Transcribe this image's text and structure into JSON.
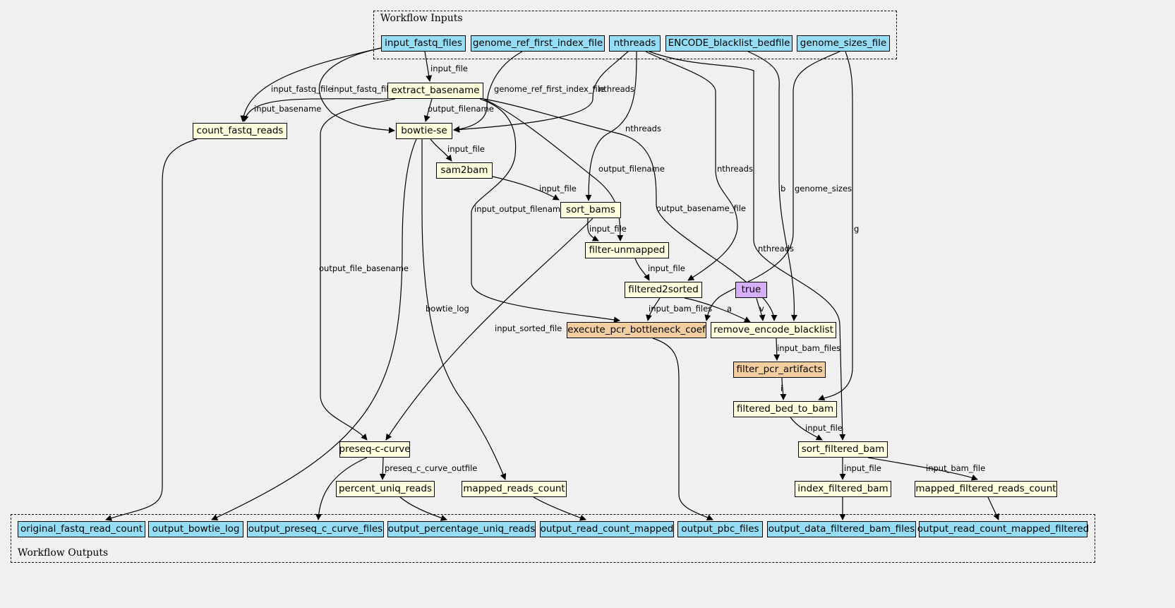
{
  "colors": {
    "background": "#f0f0f0",
    "io": "#94ddf4",
    "step": "#ffffdd",
    "subworkflow": "#f3cea1",
    "constant": "#d5aefc"
  },
  "clusters": {
    "inputs": {
      "label": "Workflow Inputs"
    },
    "outputs": {
      "label": "Workflow Outputs"
    }
  },
  "nodes": [
    {
      "id": "input_fastq_files",
      "label": "input_fastq_files",
      "kind": "io"
    },
    {
      "id": "genome_ref_first_index_file",
      "label": "genome_ref_first_index_file",
      "kind": "io"
    },
    {
      "id": "nthreads",
      "label": "nthreads",
      "kind": "io"
    },
    {
      "id": "ENCODE_blacklist_bedfile",
      "label": "ENCODE_blacklist_bedfile",
      "kind": "io"
    },
    {
      "id": "genome_sizes_file",
      "label": "genome_sizes_file",
      "kind": "io"
    },
    {
      "id": "extract_basename",
      "label": "extract_basename",
      "kind": "step"
    },
    {
      "id": "count_fastq_reads",
      "label": "count_fastq_reads",
      "kind": "step"
    },
    {
      "id": "bowtie_se",
      "label": "bowtie-se",
      "kind": "step"
    },
    {
      "id": "sam2bam",
      "label": "sam2bam",
      "kind": "step"
    },
    {
      "id": "sort_bams",
      "label": "sort_bams",
      "kind": "step"
    },
    {
      "id": "filter_unmapped",
      "label": "filter-unmapped",
      "kind": "step"
    },
    {
      "id": "filtered2sorted",
      "label": "filtered2sorted",
      "kind": "step"
    },
    {
      "id": "true",
      "label": "true",
      "kind": "constant"
    },
    {
      "id": "execute_pcr_bottleneck_coef",
      "label": "execute_pcr_bottleneck_coef",
      "kind": "subworkflow"
    },
    {
      "id": "remove_encode_blacklist",
      "label": "remove_encode_blacklist",
      "kind": "step"
    },
    {
      "id": "filter_pcr_artifacts",
      "label": "filter_pcr_artifacts",
      "kind": "subworkflow"
    },
    {
      "id": "filtered_bed_to_bam",
      "label": "filtered_bed_to_bam",
      "kind": "step"
    },
    {
      "id": "sort_filtered_bam",
      "label": "sort_filtered_bam",
      "kind": "step"
    },
    {
      "id": "preseq_c_curve",
      "label": "preseq-c-curve",
      "kind": "step"
    },
    {
      "id": "percent_uniq_reads",
      "label": "percent_uniq_reads",
      "kind": "step"
    },
    {
      "id": "mapped_reads_count",
      "label": "mapped_reads_count",
      "kind": "step"
    },
    {
      "id": "index_filtered_bam",
      "label": "index_filtered_bam",
      "kind": "step"
    },
    {
      "id": "mapped_filtered_reads_count",
      "label": "mapped_filtered_reads_count",
      "kind": "step"
    },
    {
      "id": "original_fastq_read_count",
      "label": "original_fastq_read_count",
      "kind": "io"
    },
    {
      "id": "output_bowtie_log",
      "label": "output_bowtie_log",
      "kind": "io"
    },
    {
      "id": "output_preseq_c_curve_files",
      "label": "output_preseq_c_curve_files",
      "kind": "io"
    },
    {
      "id": "output_percentage_uniq_reads",
      "label": "output_percentage_uniq_reads",
      "kind": "io"
    },
    {
      "id": "output_read_count_mapped",
      "label": "output_read_count_mapped",
      "kind": "io"
    },
    {
      "id": "output_pbc_files",
      "label": "output_pbc_files",
      "kind": "io"
    },
    {
      "id": "output_data_filtered_bam_files",
      "label": "output_data_filtered_bam_files",
      "kind": "io"
    },
    {
      "id": "output_read_count_mapped_filtered",
      "label": "output_read_count_mapped_filtered",
      "kind": "io"
    }
  ],
  "edges": [
    {
      "from": "input_fastq_files",
      "to": "extract_basename",
      "label": "input_file"
    },
    {
      "from": "input_fastq_files",
      "to": "count_fastq_reads",
      "label": "input_fastq_file"
    },
    {
      "from": "input_fastq_files",
      "to": "bowtie_se",
      "label": "input_fastq_file"
    },
    {
      "from": "genome_ref_first_index_file",
      "to": "bowtie_se",
      "label": "genome_ref_first_index_file"
    },
    {
      "from": "nthreads",
      "to": "bowtie_se",
      "label": "nthreads"
    },
    {
      "from": "nthreads",
      "to": "sort_bams",
      "label": "nthreads"
    },
    {
      "from": "nthreads",
      "to": "filtered2sorted",
      "label": "nthreads"
    },
    {
      "from": "nthreads",
      "to": "sort_filtered_bam",
      "label": "nthreads"
    },
    {
      "from": "ENCODE_blacklist_bedfile",
      "to": "remove_encode_blacklist",
      "label": "b"
    },
    {
      "from": "genome_sizes_file",
      "to": "remove_encode_blacklist",
      "label": "genome_sizes"
    },
    {
      "from": "genome_sizes_file",
      "to": "filtered_bed_to_bam",
      "label": "g"
    },
    {
      "from": "extract_basename",
      "to": "count_fastq_reads",
      "label": "input_basename"
    },
    {
      "from": "extract_basename",
      "to": "bowtie_se",
      "label": "output_filename"
    },
    {
      "from": "extract_basename",
      "to": "preseq_c_curve",
      "label": "output_file_basename"
    },
    {
      "from": "extract_basename",
      "to": "execute_pcr_bottleneck_coef",
      "label": "input_output_filenames"
    },
    {
      "from": "extract_basename",
      "to": "filter_unmapped",
      "label": "output_filename"
    },
    {
      "from": "extract_basename",
      "to": "remove_encode_blacklist",
      "label": "output_basename_file"
    },
    {
      "from": "bowtie_se",
      "to": "sam2bam",
      "label": "input_file"
    },
    {
      "from": "bowtie_se",
      "to": "mapped_reads_count",
      "label": "bowtie_log"
    },
    {
      "from": "bowtie_se",
      "to": "output_bowtie_log",
      "label": ""
    },
    {
      "from": "sam2bam",
      "to": "sort_bams",
      "label": "input_file"
    },
    {
      "from": "sort_bams",
      "to": "filter_unmapped",
      "label": "input_file"
    },
    {
      "from": "sort_bams",
      "to": "preseq_c_curve",
      "label": "input_sorted_file"
    },
    {
      "from": "filter_unmapped",
      "to": "filtered2sorted",
      "label": "input_file"
    },
    {
      "from": "filtered2sorted",
      "to": "execute_pcr_bottleneck_coef",
      "label": "input_bam_files"
    },
    {
      "from": "filtered2sorted",
      "to": "remove_encode_blacklist",
      "label": "a"
    },
    {
      "from": "true",
      "to": "remove_encode_blacklist",
      "label": "v"
    },
    {
      "from": "remove_encode_blacklist",
      "to": "filter_pcr_artifacts",
      "label": "input_bam_files"
    },
    {
      "from": "filter_pcr_artifacts",
      "to": "filtered_bed_to_bam",
      "label": "i"
    },
    {
      "from": "filtered_bed_to_bam",
      "to": "sort_filtered_bam",
      "label": "input_file"
    },
    {
      "from": "sort_filtered_bam",
      "to": "index_filtered_bam",
      "label": "input_file"
    },
    {
      "from": "sort_filtered_bam",
      "to": "mapped_filtered_reads_count",
      "label": "input_bam_file"
    },
    {
      "from": "preseq_c_curve",
      "to": "percent_uniq_reads",
      "label": "preseq_c_curve_outfile"
    },
    {
      "from": "preseq_c_curve",
      "to": "output_preseq_c_curve_files",
      "label": ""
    },
    {
      "from": "count_fastq_reads",
      "to": "original_fastq_read_count",
      "label": ""
    },
    {
      "from": "percent_uniq_reads",
      "to": "output_percentage_uniq_reads",
      "label": ""
    },
    {
      "from": "mapped_reads_count",
      "to": "output_read_count_mapped",
      "label": ""
    },
    {
      "from": "execute_pcr_bottleneck_coef",
      "to": "output_pbc_files",
      "label": ""
    },
    {
      "from": "index_filtered_bam",
      "to": "output_data_filtered_bam_files",
      "label": ""
    },
    {
      "from": "mapped_filtered_reads_count",
      "to": "output_read_count_mapped_filtered",
      "label": ""
    }
  ]
}
